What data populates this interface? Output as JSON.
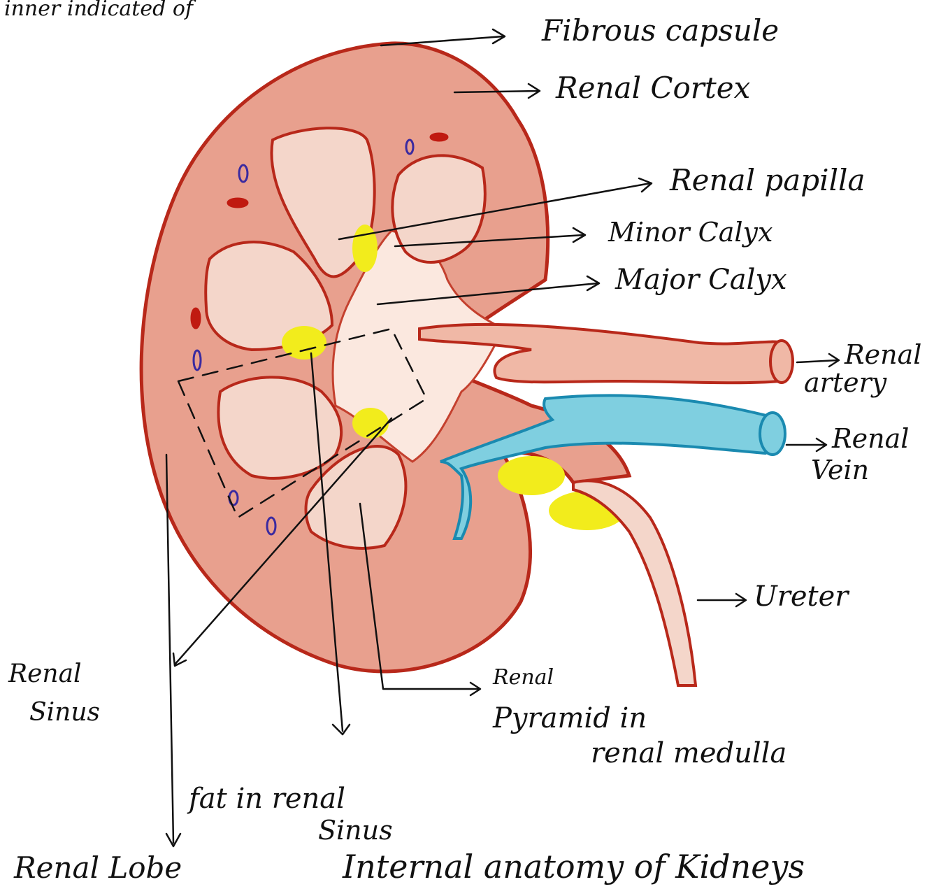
{
  "title": "Internal anatomy of Kidneys",
  "top_partial_text": "inner indicated of",
  "labels": {
    "fibrous_capsule": "Fibrous capsule",
    "renal_cortex": "Renal Cortex",
    "renal_papilla": "Renal papilla",
    "minor_calyx": "Minor Calyx",
    "major_calyx": "Major Calyx",
    "renal_artery_1": "Renal",
    "renal_artery_2": "artery",
    "renal_vein_1": "Renal",
    "renal_vein_2": "Vein",
    "ureter": "Ureter",
    "renal_sinus_1": "Renal",
    "renal_sinus_2": "Sinus",
    "renal_pyramid_1": "Renal",
    "renal_pyramid_2": "Pyramid in",
    "renal_pyramid_3": "renal medulla",
    "fat_1": "fat in renal",
    "fat_2": "Sinus",
    "renal_lobe": "Renal Lobe"
  },
  "colors": {
    "cortex": "#e8a08e",
    "cortex_edge": "#b8281a",
    "pyramid": "#f4d6ca",
    "artery": "#f0b8a6",
    "vein": "#7fcfe0",
    "vein_edge": "#1a8ab0",
    "fat": "#f2ec1c",
    "ink": "#111111"
  }
}
